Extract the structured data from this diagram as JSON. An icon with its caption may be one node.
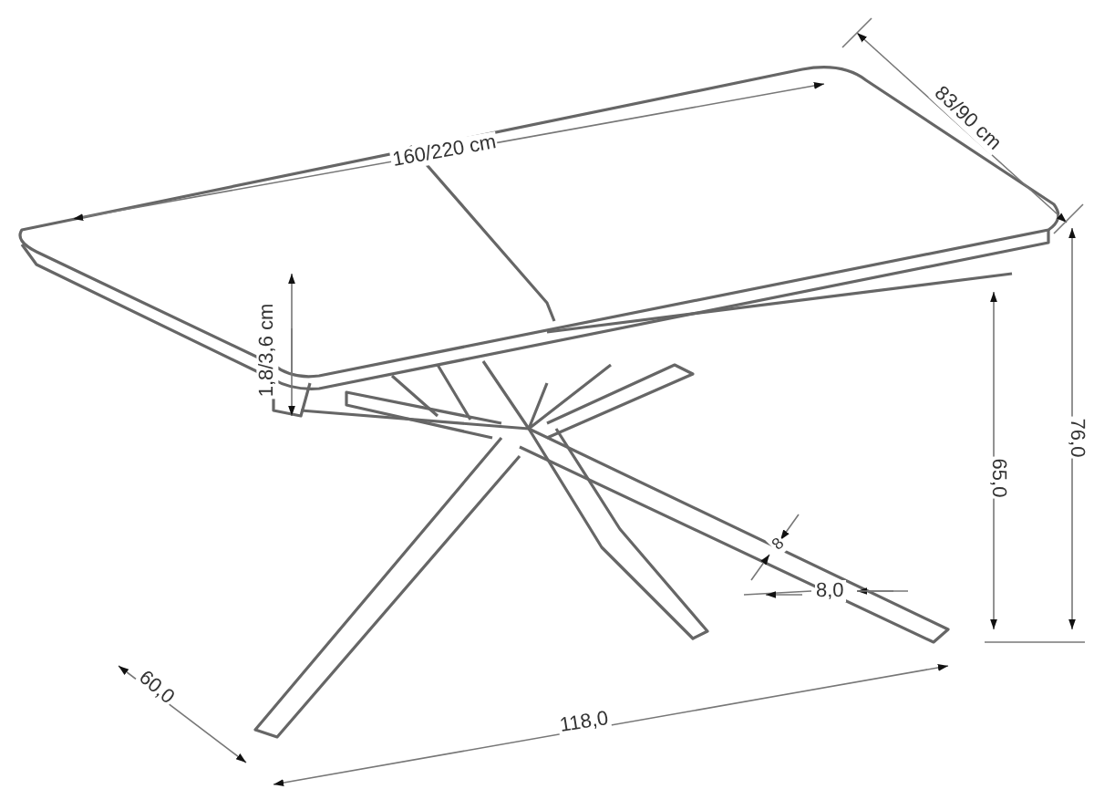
{
  "diagram": {
    "labels": [
      "160/220 cm",
      "83/90 cm",
      "1,8/3,6 cm",
      "76,0",
      "65,0",
      "8",
      "8,0",
      "60,0",
      "118,0"
    ]
  }
}
